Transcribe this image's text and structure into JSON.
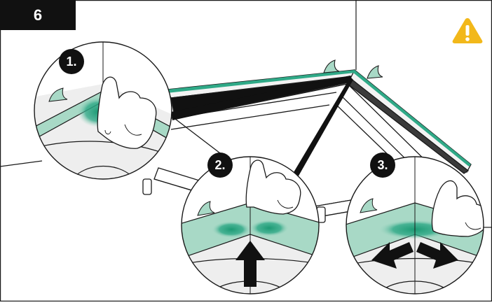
{
  "step": {
    "number": "6"
  },
  "warning": {
    "icon": "warning-triangle-icon",
    "color": "#f2b81a"
  },
  "callouts": [
    {
      "label": "1."
    },
    {
      "label": "2."
    },
    {
      "label": "3."
    }
  ],
  "colors": {
    "sealant": "#2fa987",
    "tray_edge": "#a8d9c6",
    "outline": "#1a1a1a"
  }
}
